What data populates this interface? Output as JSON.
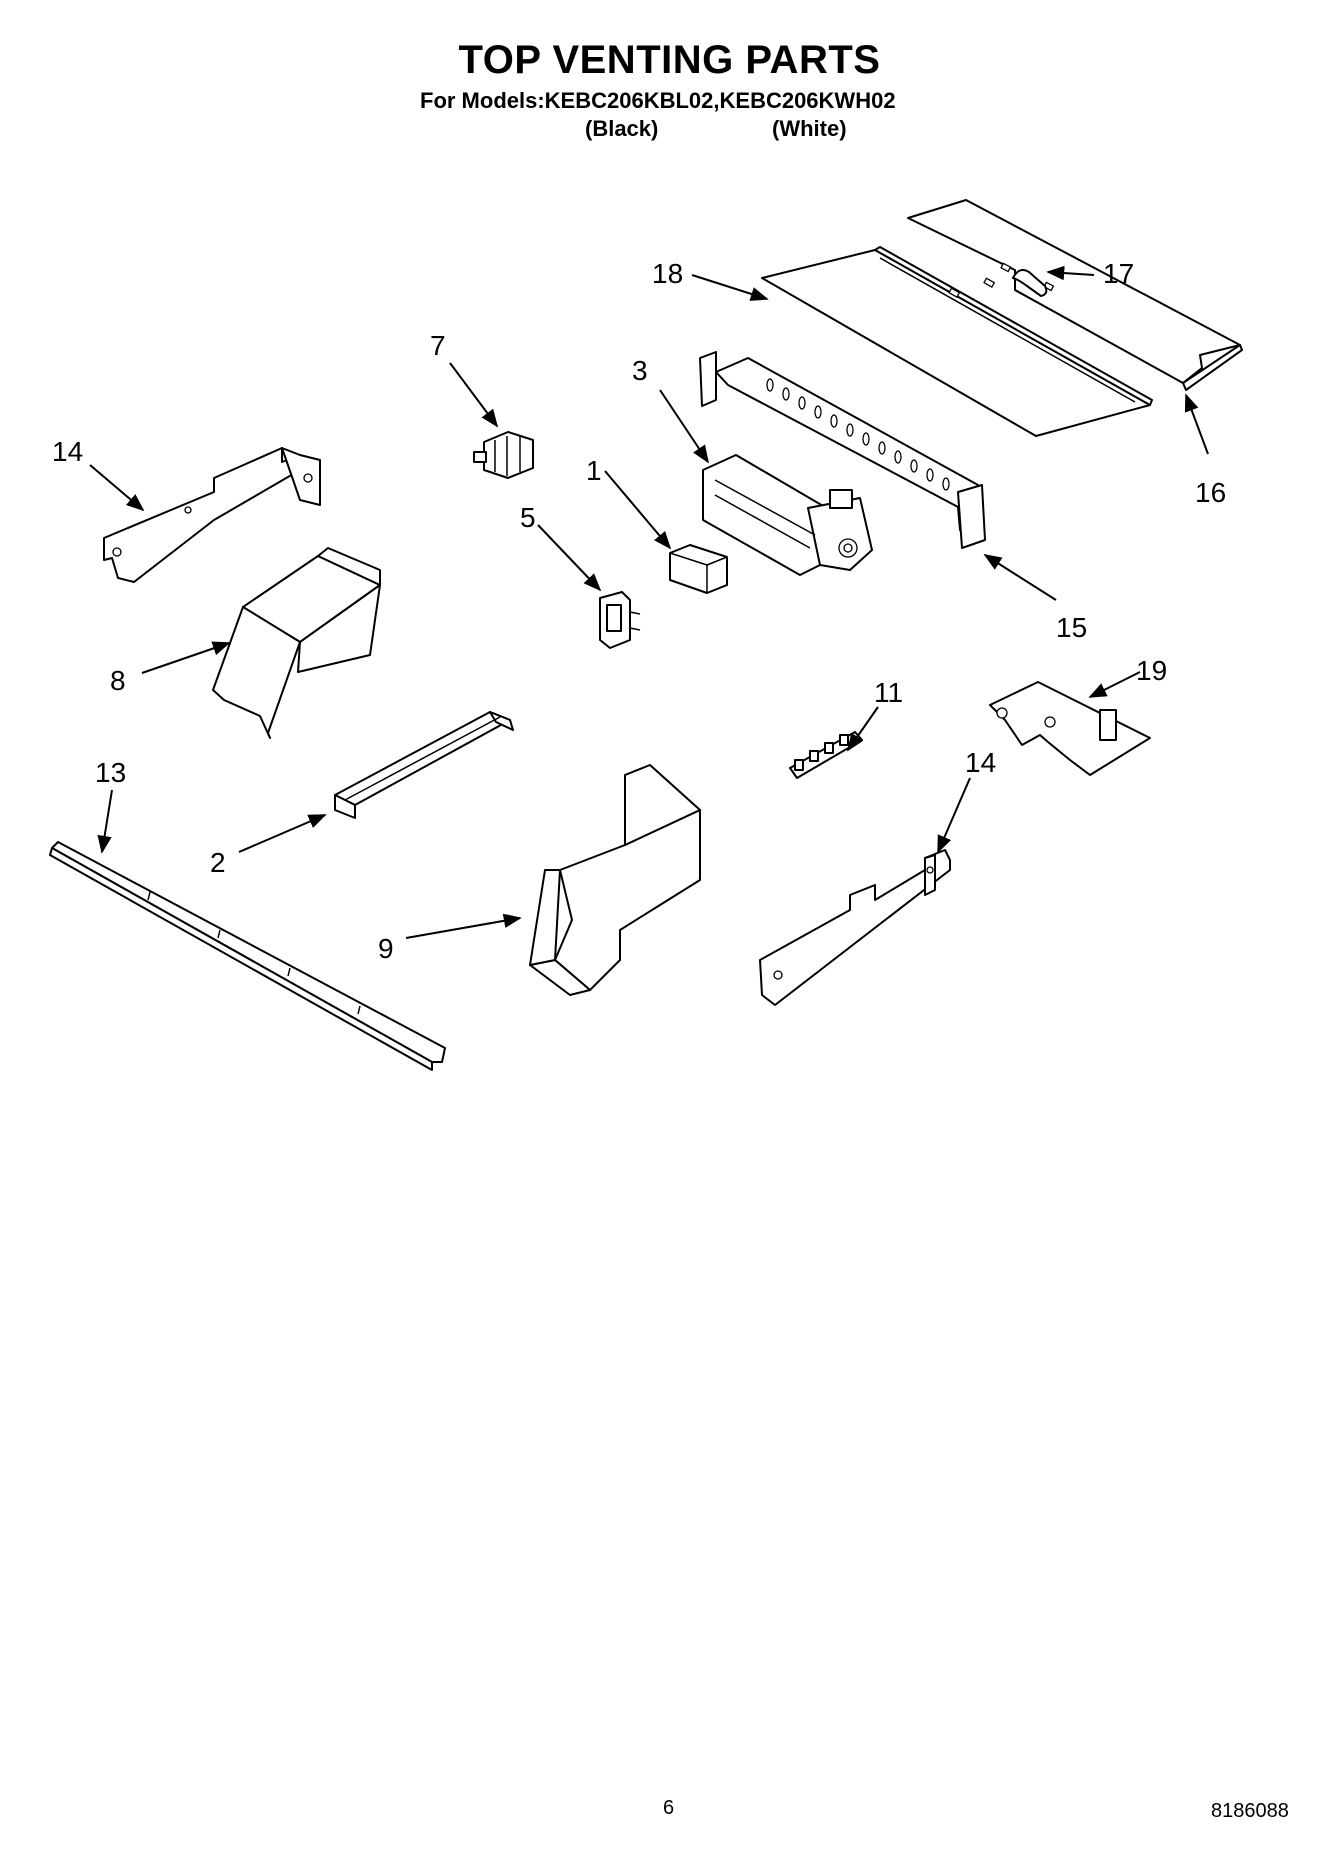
{
  "header": {
    "title": "TOP VENTING PARTS",
    "models_line": "For Models:KEBC206KBL02,KEBC206KWH02",
    "variant_black": "(Black)",
    "variant_white": "(White)"
  },
  "callouts": {
    "p1": "1",
    "p2": "2",
    "p3": "3",
    "p5": "5",
    "p7": "7",
    "p8": "8",
    "p9": "9",
    "p11": "11",
    "p13": "13",
    "p14a": "14",
    "p14b": "14",
    "p15": "15",
    "p16": "16",
    "p17": "17",
    "p18": "18",
    "p19": "19"
  },
  "footer": {
    "page_number": "6",
    "document_number": "8186088"
  }
}
